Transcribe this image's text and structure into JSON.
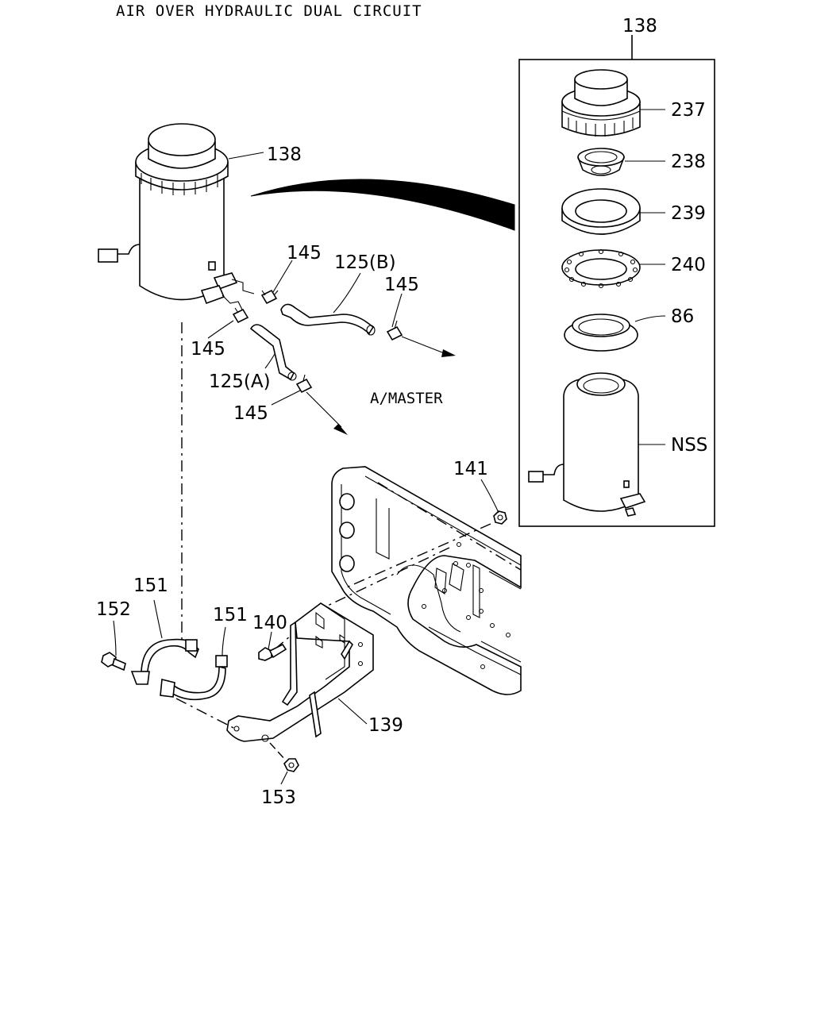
{
  "title": "AIR OVER HYDRAULIC DUAL CIRCUIT",
  "labels": {
    "l138_detail": "138",
    "l237": "237",
    "l238": "238",
    "l239": "239",
    "l240": "240",
    "l86": "86",
    "lnss": "NSS",
    "l138_main": "138",
    "l145_a": "145",
    "l125b": "125(B)",
    "l145_b": "145",
    "l145_c": "145",
    "l125a": "125(A)",
    "l145_d": "145",
    "amaster": "A/MASTER",
    "l141": "141",
    "l151_a": "151",
    "l152": "152",
    "l151_b": "151",
    "l140": "140",
    "l139": "139",
    "l153": "153"
  }
}
